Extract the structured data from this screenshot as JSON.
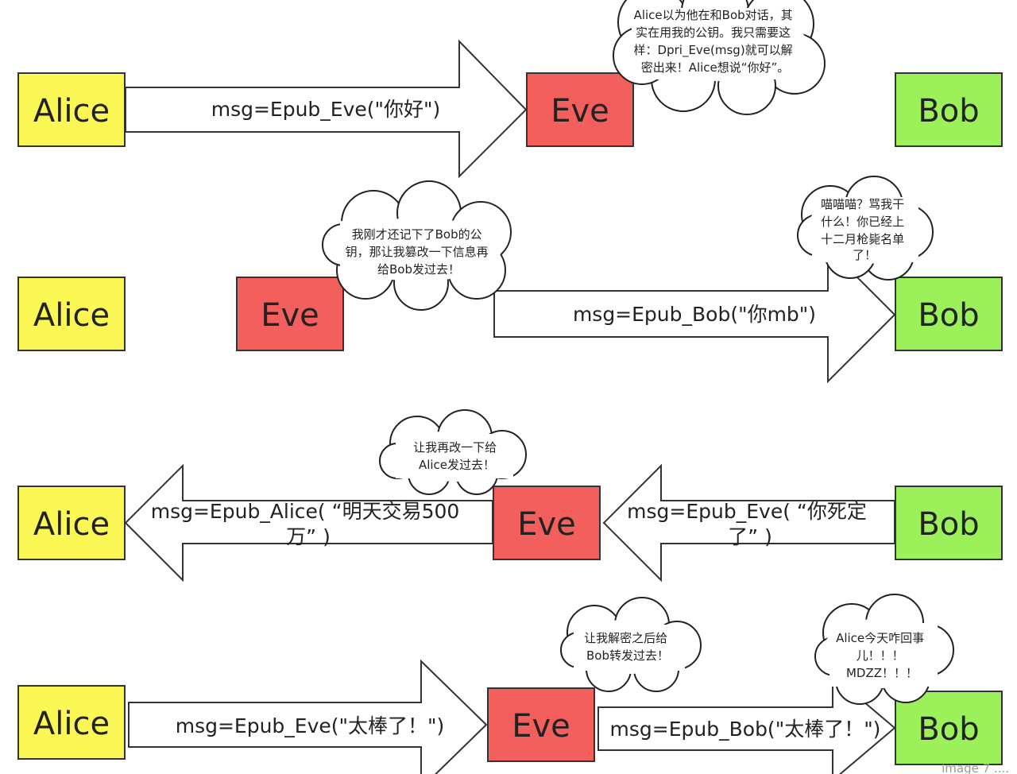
{
  "colors": {
    "alice": "#fbf754",
    "eve": "#f25f5c",
    "bob": "#9cf05a",
    "stroke": "#333333"
  },
  "rows": [
    {
      "alice": "Alice",
      "eve": "Eve",
      "bob": "Bob",
      "arrow_1": {
        "direction": "right",
        "lines": [
          "msg=Epub_Eve(\"你好\")"
        ]
      },
      "eve_note": [
        "Alice以为他在和Bob对话，其",
        "实在用我的公钥。我只需要这",
        "样：Dpri_Eve(msg)就可以解",
        "密出来！Alice想说“你好”。"
      ]
    },
    {
      "alice": "Alice",
      "eve": "Eve",
      "bob": "Bob",
      "arrow_1": {
        "direction": "right",
        "lines": [
          "msg=Epub_Bob(\"你mb\")"
        ]
      },
      "eve_note": [
        "我刚才还记下了Bob的公",
        "钥，那让我篡改一下信息再",
        "给Bob发过去！"
      ],
      "bob_note": [
        "喵喵喵？骂我干",
        "什么！你已经上",
        "十二月枪毙名单",
        "了！"
      ]
    },
    {
      "alice": "Alice",
      "eve": "Eve",
      "bob": "Bob",
      "arrow_1": {
        "direction": "left",
        "lines": [
          "msg=Epub_Alice( “明天交易500",
          "万” )"
        ]
      },
      "arrow_2": {
        "direction": "left",
        "lines": [
          "msg=Epub_Eve( “你死定",
          "了” )"
        ]
      },
      "eve_note": [
        "让我再改一下给",
        "Alice发过去！"
      ]
    },
    {
      "alice": "Alice",
      "eve": "Eve",
      "bob": "Bob",
      "arrow_1": {
        "direction": "right",
        "lines": [
          "msg=Epub_Eve(\"太棒了！\")"
        ]
      },
      "arrow_2": {
        "direction": "right",
        "lines": [
          "msg=Epub_Bob(\"太棒了！\")"
        ]
      },
      "eve_note": [
        "让我解密之后给",
        "Bob转发过去！"
      ],
      "bob_note": [
        "Alice今天咋回事",
        "儿！！！",
        "MDZZ！！！"
      ]
    }
  ],
  "watermark": "image 7 ...."
}
